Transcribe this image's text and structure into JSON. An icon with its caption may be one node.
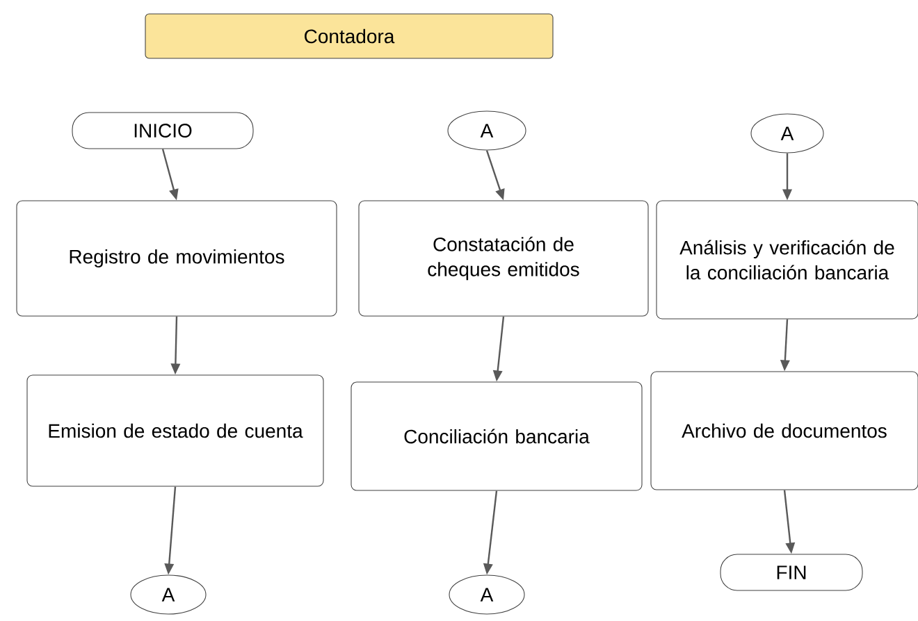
{
  "diagram": {
    "nodes": [
      {
        "text": [
          "Contadora"
        ]
      },
      {
        "text": [
          "INICIO"
        ]
      },
      {
        "text": [
          "Registro de movimientos"
        ]
      },
      {
        "text": [
          "Emision de estado de cuenta"
        ]
      },
      {
        "text": [
          "A"
        ]
      },
      {
        "text": [
          "A"
        ]
      },
      {
        "text": [
          "Constatación de cheques emitidos"
        ]
      },
      {
        "text": [
          "Conciliación bancaria"
        ]
      },
      {
        "text": [
          "A"
        ]
      },
      {
        "text": [
          "A"
        ]
      },
      {
        "text": [
          "Análisis y verificación de la conciliación bancaria"
        ]
      },
      {
        "text": [
          "Archivo de documentos"
        ]
      },
      {
        "text": [
          "FIN"
        ]
      }
    ],
    "edges": [
      {
        "from": 1,
        "to": 2,
        "arrow": "to"
      },
      {
        "from": 2,
        "to": 3,
        "arrow": "to"
      },
      {
        "from": 3,
        "to": 4,
        "arrow": "to"
      },
      {
        "from": 5,
        "to": 6,
        "arrow": "to"
      },
      {
        "from": 6,
        "to": 7,
        "arrow": "to"
      },
      {
        "from": 7,
        "to": 8,
        "arrow": "to"
      },
      {
        "from": 9,
        "to": 10,
        "arrow": "to"
      },
      {
        "from": 10,
        "to": 11,
        "arrow": "to"
      },
      {
        "from": 11,
        "to": 12,
        "arrow": "to"
      }
    ]
  }
}
